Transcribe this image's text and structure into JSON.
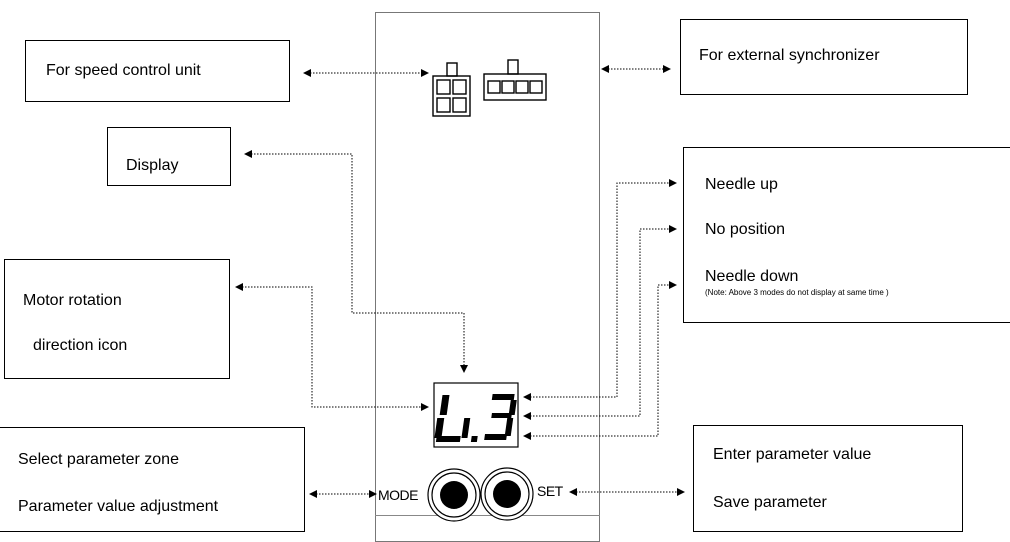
{
  "labels": {
    "speed_control": "For speed control unit",
    "external_sync": "For external synchronizer",
    "display": "Display",
    "motor_rotation_line1": "Motor rotation",
    "motor_rotation_line2": "direction icon",
    "needle_up": "Needle up",
    "no_position": "No position",
    "needle_down": "Needle down",
    "modes_note": "(Note: Above 3 modes do not display at same time )",
    "select_zone": "Select parameter zone",
    "value_adjust": "Parameter value adjustment",
    "enter_value": "Enter parameter value",
    "save_param": "Save parameter"
  },
  "panel": {
    "mode_button": "MODE",
    "set_button": "SET"
  },
  "icons": {
    "connector_left": "4-pin-connector-icon",
    "connector_right": "4-pin-inline-connector-icon",
    "seven_segment": "seven-segment-display-icon"
  }
}
